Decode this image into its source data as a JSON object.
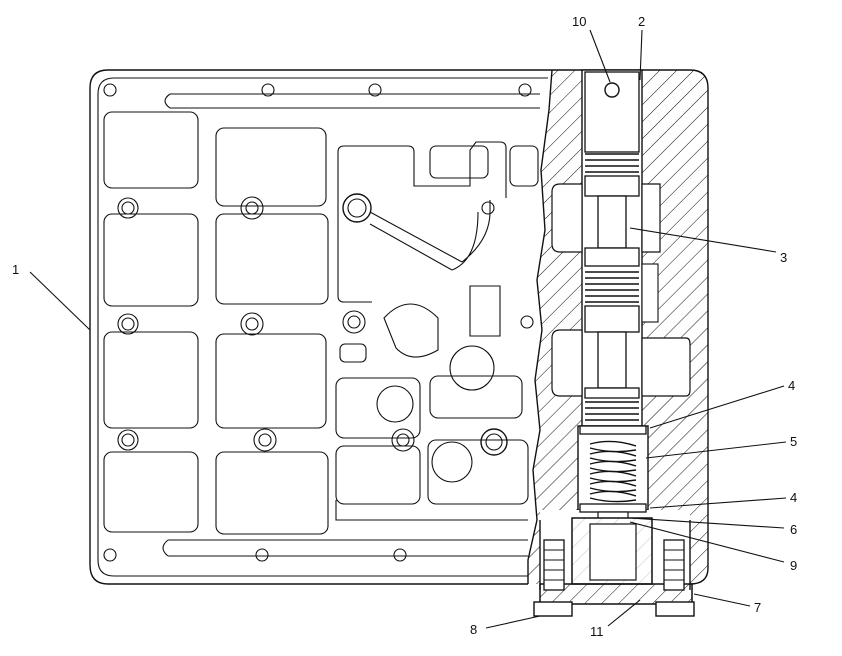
{
  "callouts": [
    {
      "id": "c1",
      "text": "1"
    },
    {
      "id": "c2",
      "text": "2"
    },
    {
      "id": "c3",
      "text": "3"
    },
    {
      "id": "c4a",
      "text": "4"
    },
    {
      "id": "c5",
      "text": "5"
    },
    {
      "id": "c4b",
      "text": "4"
    },
    {
      "id": "c6",
      "text": "6"
    },
    {
      "id": "c9",
      "text": "9"
    },
    {
      "id": "c7",
      "text": "7"
    },
    {
      "id": "c11",
      "text": "11"
    },
    {
      "id": "c8",
      "text": "8"
    },
    {
      "id": "c10",
      "text": "10"
    }
  ]
}
